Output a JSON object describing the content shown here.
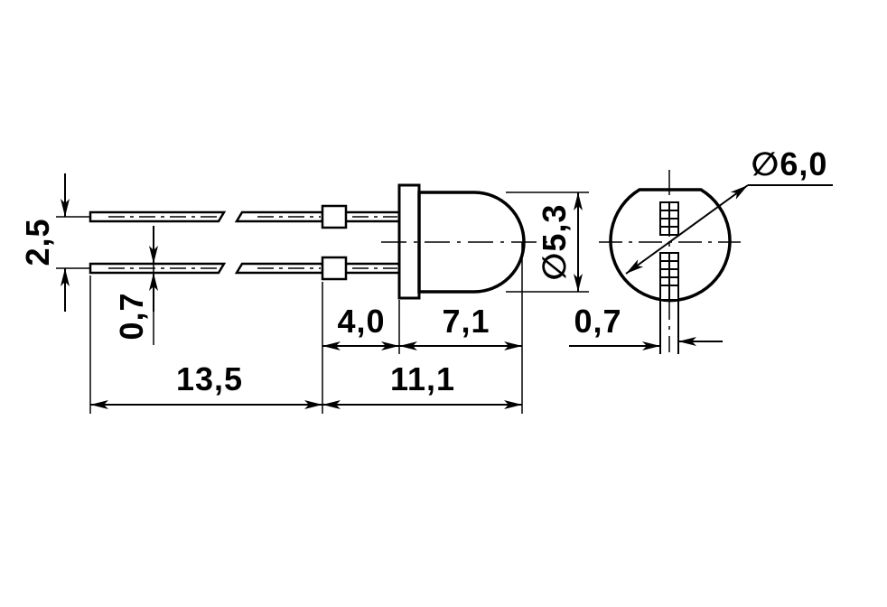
{
  "diagram": {
    "stroke_color": "#000000",
    "background": "#ffffff",
    "dimensions": {
      "lead_spacing": "2,5",
      "lead_thickness": "0,7",
      "lead_length_outer": "13,5",
      "lead_length_inner": "11,1",
      "flange_to_body": "4,0",
      "body_length": "7,1",
      "body_diameter": "∅5,3",
      "flange_diameter": "∅6,0",
      "lead_width_end_view": "0,7"
    }
  }
}
